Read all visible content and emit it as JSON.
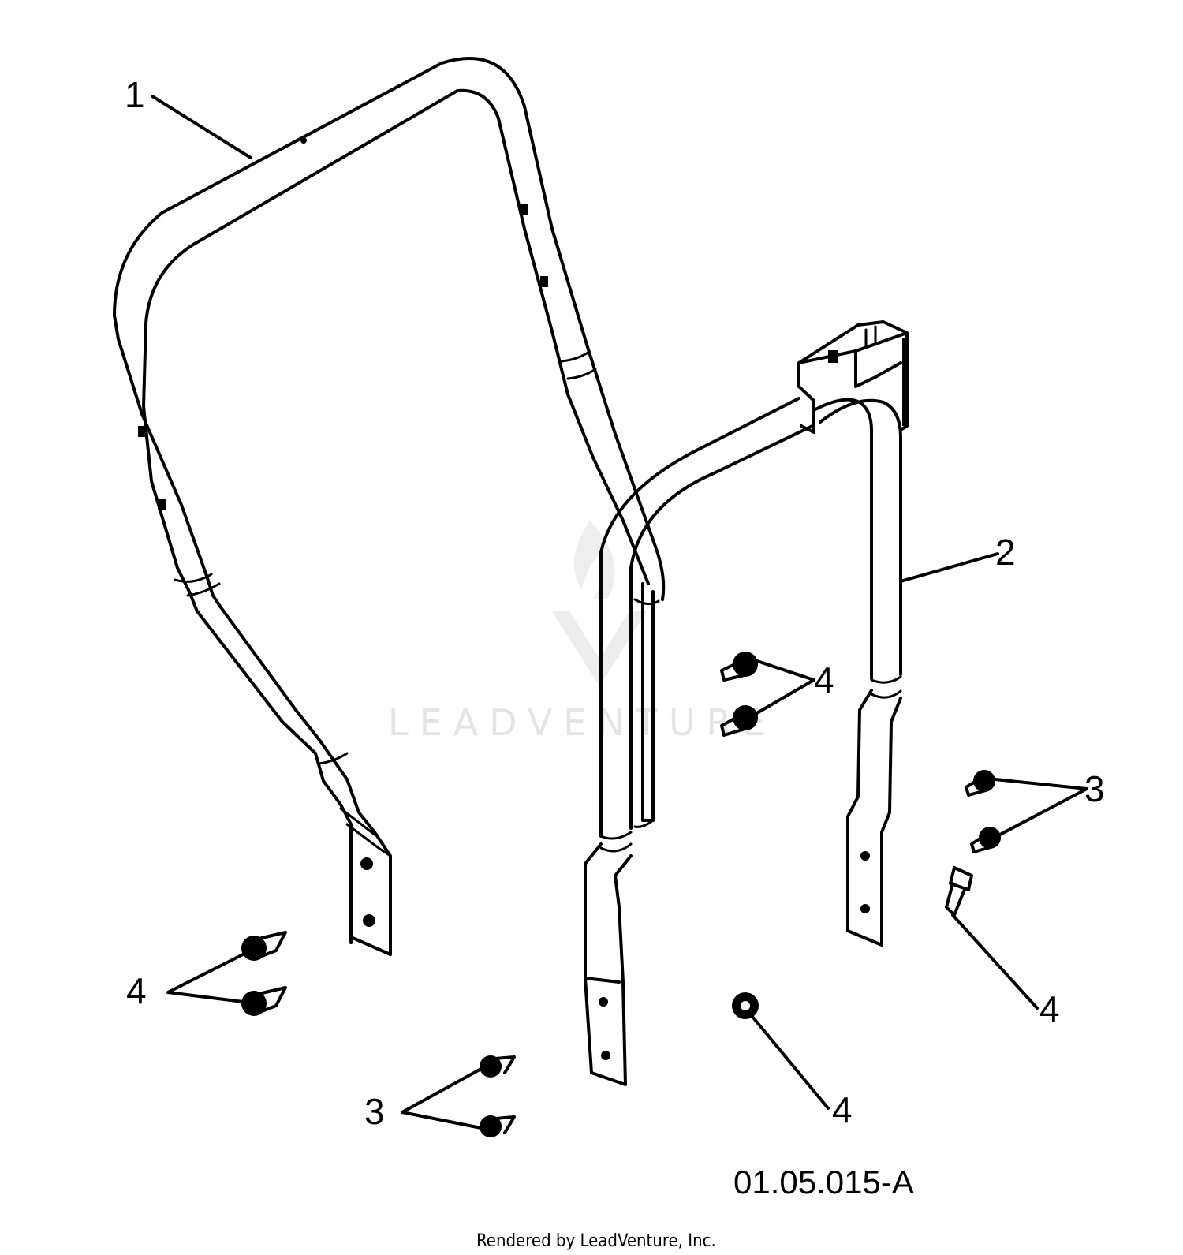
{
  "diagram": {
    "figure_code": "01.05.015-A",
    "credit": "Rendered by LeadVenture, Inc.",
    "watermark": "LEADVENTURE",
    "callouts": {
      "c1": "1",
      "c2": "2",
      "c3a": "3",
      "c3b": "3",
      "c4a": "4",
      "c4b": "4",
      "c4c": "4",
      "c4d": "4"
    }
  }
}
